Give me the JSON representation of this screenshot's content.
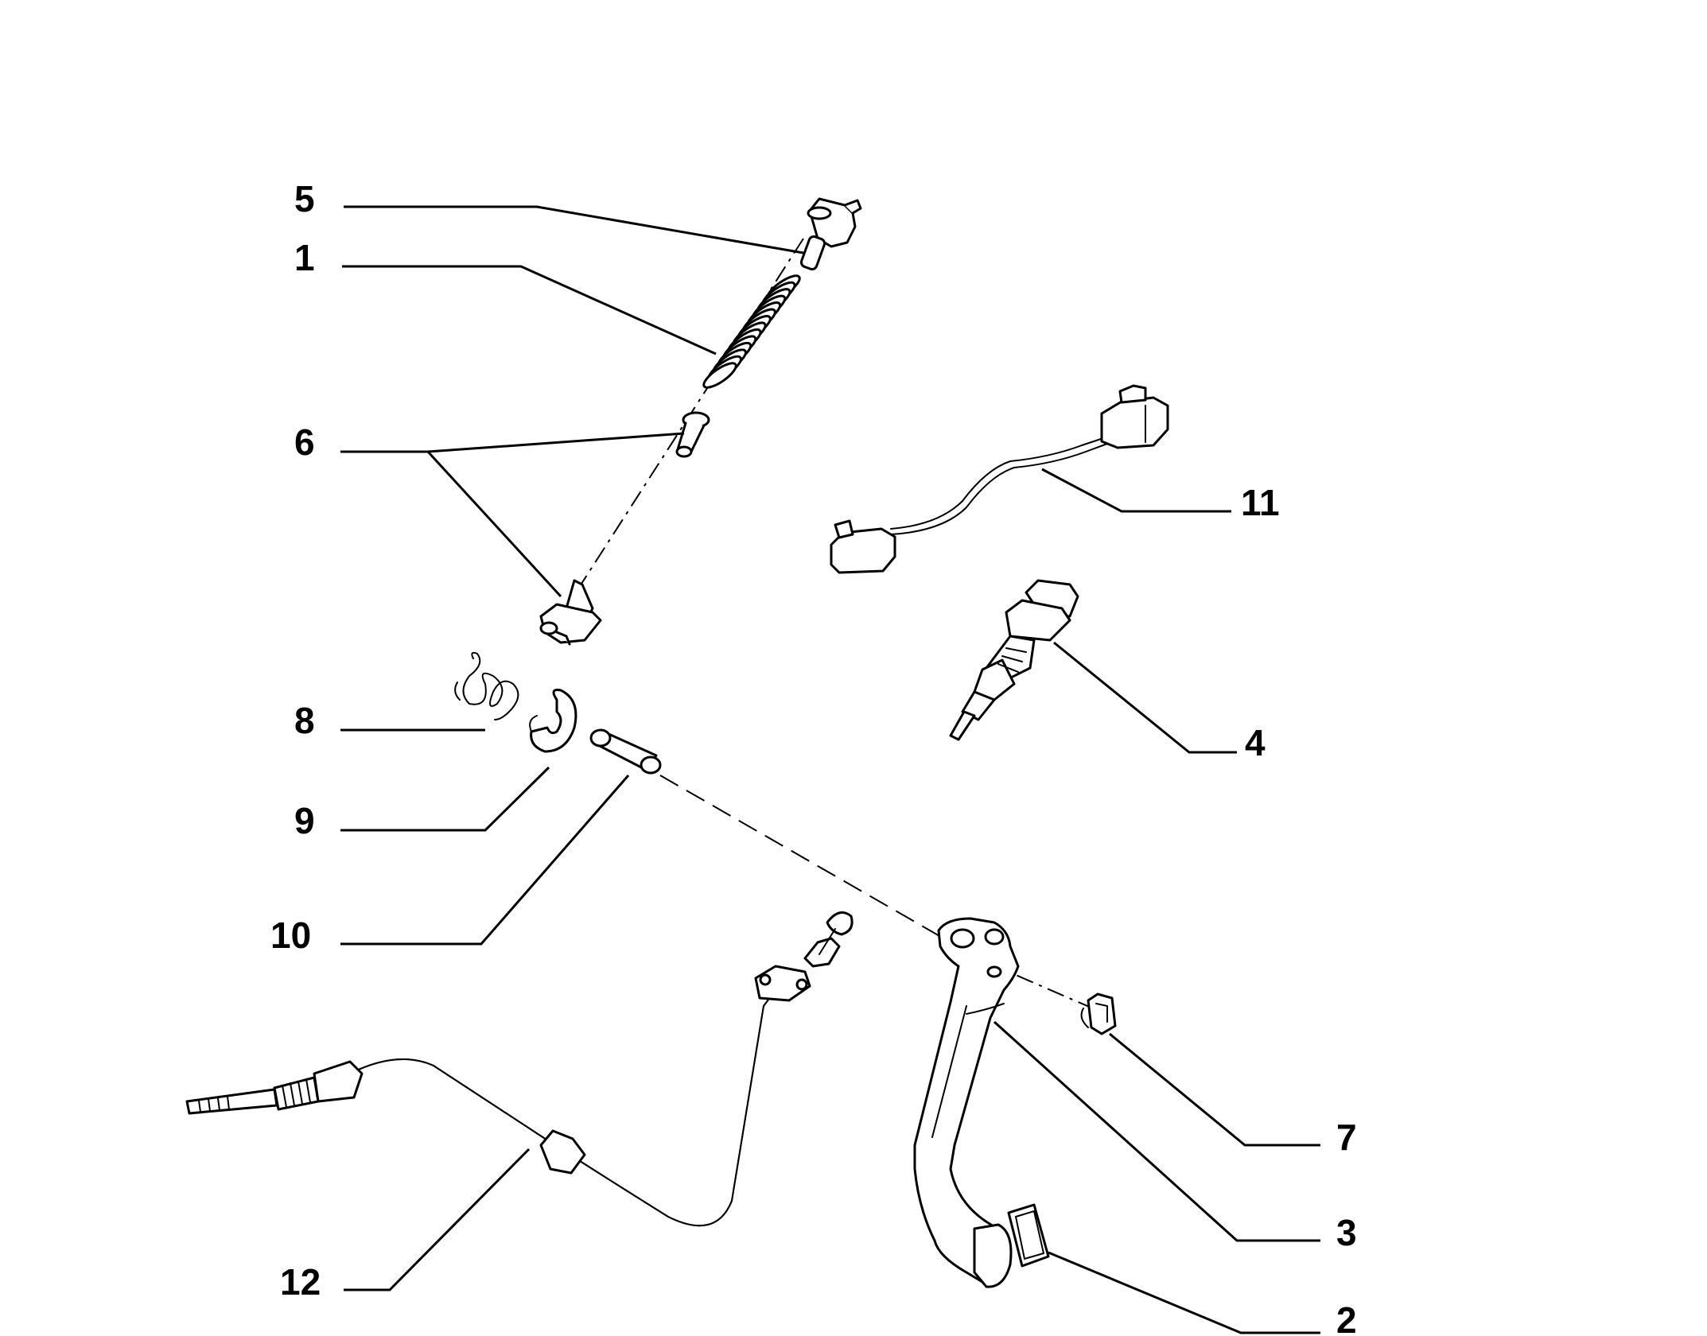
{
  "diagram": {
    "callouts": [
      "5",
      "1",
      "6",
      "11",
      "8",
      "9",
      "4",
      "10",
      "7",
      "3",
      "12",
      "2"
    ],
    "parts": [
      {
        "id": "5",
        "icon": "cable-end-fitting-icon"
      },
      {
        "id": "1",
        "icon": "coil-spring-icon"
      },
      {
        "id": "6",
        "icon": "bushing-pair-icon"
      },
      {
        "id": "11",
        "icon": "micro-switch-with-wire-icon"
      },
      {
        "id": "8",
        "icon": "torsion-spring-icon"
      },
      {
        "id": "9",
        "icon": "retaining-clip-icon"
      },
      {
        "id": "4",
        "icon": "stop-light-switch-icon"
      },
      {
        "id": "10",
        "icon": "pivot-spacer-icon"
      },
      {
        "id": "7",
        "icon": "spring-clip-icon"
      },
      {
        "id": "3",
        "icon": "clutch-pedal-icon"
      },
      {
        "id": "12",
        "icon": "clutch-cable-icon"
      },
      {
        "id": "2",
        "icon": "pedal-pad-icon"
      }
    ]
  }
}
